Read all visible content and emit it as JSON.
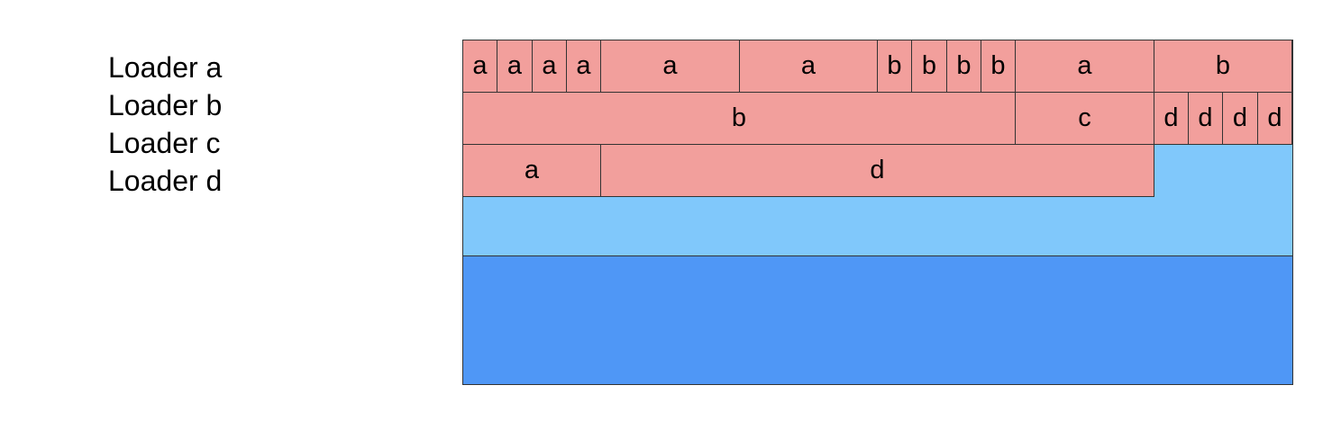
{
  "legend": {
    "items": [
      {
        "label": "Loader a"
      },
      {
        "label": "Loader b"
      },
      {
        "label": "Loader c"
      },
      {
        "label": "Loader d"
      }
    ]
  },
  "colors": {
    "allocated": "#f29f9c",
    "free_light": "#80c8fb",
    "free_dark": "#4f97f6",
    "border": "#333333"
  },
  "rows": [
    {
      "cells": [
        {
          "label": "a",
          "units": 1
        },
        {
          "label": "a",
          "units": 1
        },
        {
          "label": "a",
          "units": 1
        },
        {
          "label": "a",
          "units": 1
        },
        {
          "label": "a",
          "units": 4
        },
        {
          "label": "a",
          "units": 4
        },
        {
          "label": "b",
          "units": 1
        },
        {
          "label": "b",
          "units": 1
        },
        {
          "label": "b",
          "units": 1
        },
        {
          "label": "b",
          "units": 1
        },
        {
          "label": "a",
          "units": 4
        },
        {
          "label": "b",
          "units": 4
        }
      ]
    },
    {
      "cells": [
        {
          "label": "b",
          "units": 16
        },
        {
          "label": "c",
          "units": 4
        },
        {
          "label": "d",
          "units": 1
        },
        {
          "label": "d",
          "units": 1
        },
        {
          "label": "d",
          "units": 1
        },
        {
          "label": "d",
          "units": 1
        }
      ]
    },
    {
      "cells": [
        {
          "label": "a",
          "units": 4
        },
        {
          "label": "d",
          "units": 16
        }
      ]
    }
  ]
}
